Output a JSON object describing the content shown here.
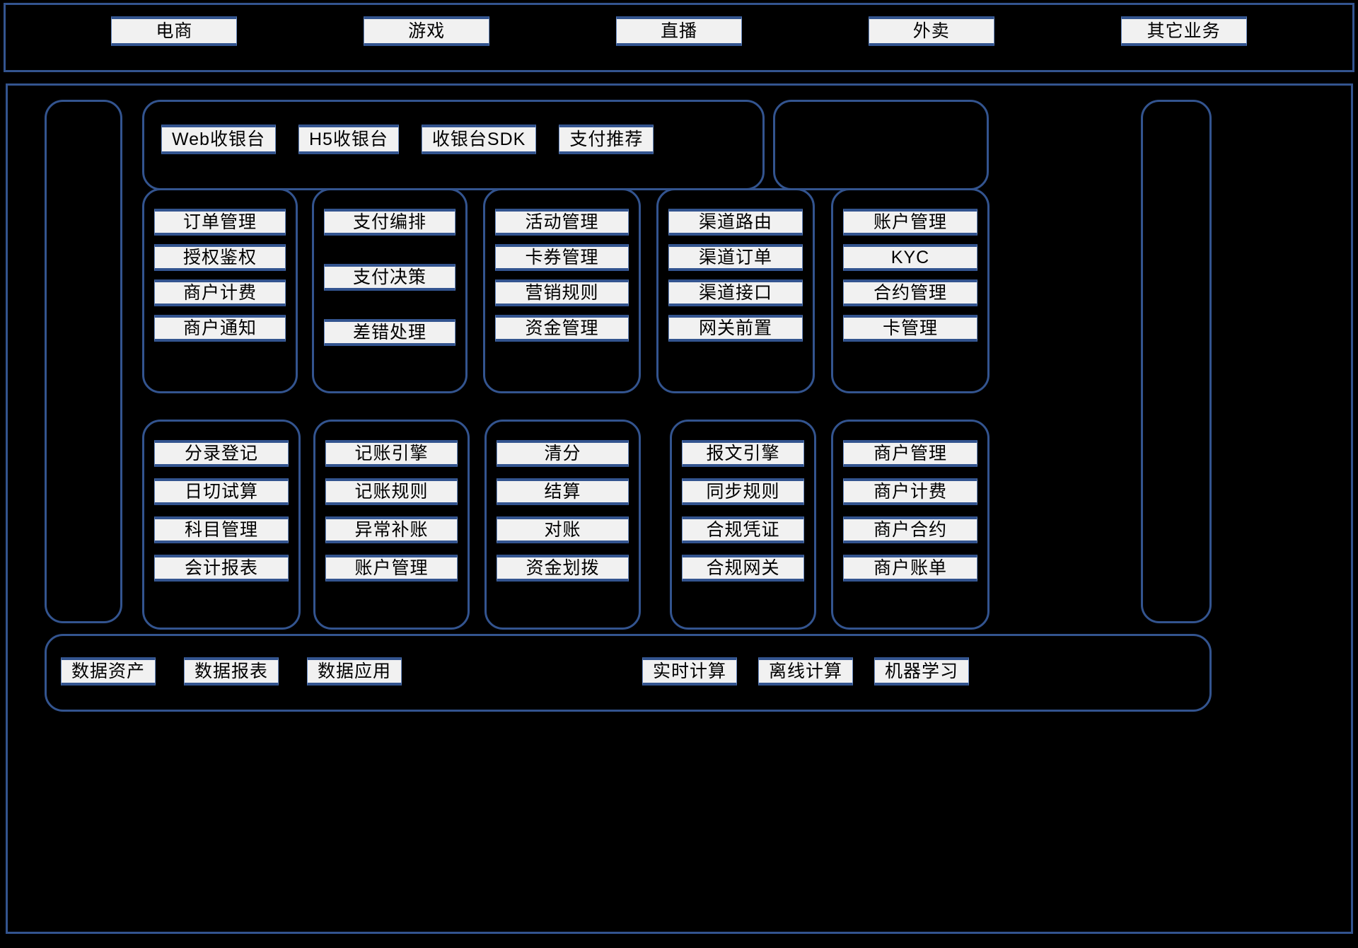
{
  "colors": {
    "background": "#000000",
    "frame_border": "#33548f",
    "chip_fill": "#f1f1f1",
    "chip_border": "#33548f",
    "chip_side_border": "#6d8ec4",
    "text": "#000000"
  },
  "business_lines": {
    "items": [
      {
        "label": "电商"
      },
      {
        "label": "游戏"
      },
      {
        "label": "直播"
      },
      {
        "label": "外卖"
      },
      {
        "label": "其它业务"
      }
    ]
  },
  "cashier": {
    "items": [
      {
        "label": "Web收银台"
      },
      {
        "label": "H5收银台"
      },
      {
        "label": "收银台SDK"
      },
      {
        "label": "支付推荐"
      }
    ]
  },
  "row1": {
    "columns": [
      {
        "name": "order-column",
        "items": [
          {
            "label": "订单管理"
          },
          {
            "label": "授权鉴权"
          },
          {
            "label": "商户计费"
          },
          {
            "label": "商户通知"
          }
        ]
      },
      {
        "name": "payment-orchestration-column",
        "items": [
          {
            "label": "支付编排"
          },
          {
            "label": "支付决策"
          },
          {
            "label": "差错处理"
          }
        ]
      },
      {
        "name": "marketing-column",
        "items": [
          {
            "label": "活动管理"
          },
          {
            "label": "卡券管理"
          },
          {
            "label": "营销规则"
          },
          {
            "label": "资金管理"
          }
        ]
      },
      {
        "name": "channel-column",
        "items": [
          {
            "label": "渠道路由"
          },
          {
            "label": "渠道订单"
          },
          {
            "label": "渠道接口"
          },
          {
            "label": "网关前置"
          }
        ]
      },
      {
        "name": "account-column",
        "items": [
          {
            "label": "账户管理"
          },
          {
            "label": "KYC"
          },
          {
            "label": "合约管理"
          },
          {
            "label": "卡管理"
          }
        ]
      }
    ]
  },
  "row2": {
    "columns": [
      {
        "name": "bookkeeping-entry-column",
        "items": [
          {
            "label": "分录登记"
          },
          {
            "label": "日切试算"
          },
          {
            "label": "科目管理"
          },
          {
            "label": "会计报表"
          }
        ]
      },
      {
        "name": "ledger-engine-column",
        "items": [
          {
            "label": "记账引擎"
          },
          {
            "label": "记账规则"
          },
          {
            "label": "异常补账"
          },
          {
            "label": "账户管理"
          }
        ]
      },
      {
        "name": "clearing-column",
        "items": [
          {
            "label": "清分"
          },
          {
            "label": "结算"
          },
          {
            "label": "对账"
          },
          {
            "label": "资金划拨"
          }
        ]
      },
      {
        "name": "compliance-column",
        "items": [
          {
            "label": "报文引擎"
          },
          {
            "label": "同步规则"
          },
          {
            "label": "合规凭证"
          },
          {
            "label": "合规网关"
          }
        ]
      },
      {
        "name": "merchant-column",
        "items": [
          {
            "label": "商户管理"
          },
          {
            "label": "商户计费"
          },
          {
            "label": "商户合约"
          },
          {
            "label": "商户账单"
          }
        ]
      }
    ]
  },
  "data_platform": {
    "left_items": [
      {
        "label": "数据资产"
      },
      {
        "label": "数据报表"
      },
      {
        "label": "数据应用"
      }
    ],
    "right_items": [
      {
        "label": "实时计算"
      },
      {
        "label": "离线计算"
      },
      {
        "label": "机器学习"
      }
    ]
  }
}
